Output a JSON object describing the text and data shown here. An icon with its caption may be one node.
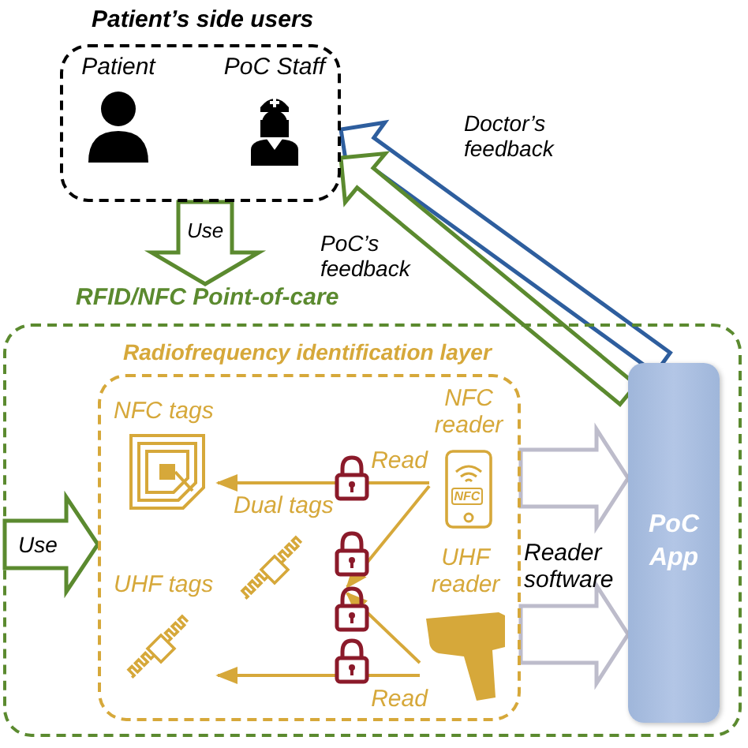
{
  "diagram": {
    "nodes": [
      {
        "text": [
          "Patient’s side users"
        ]
      },
      {
        "text": [
          "Patient"
        ],
        "in": 0
      },
      {
        "text": [
          "PoC Staff"
        ],
        "in": 0
      },
      {
        "text": [
          "RFID/NFC Point-of-care"
        ]
      },
      {
        "text": [
          "Radiofrequency identification layer"
        ],
        "in": 3
      },
      {
        "text": [
          "NFC tags"
        ],
        "in": 4
      },
      {
        "text": [
          "Dual tags"
        ],
        "in": 4
      },
      {
        "text": [
          "UHF tags"
        ],
        "in": 4
      },
      {
        "text": [
          "NFC reader"
        ],
        "in": 4
      },
      {
        "text": [
          "UHF reader"
        ],
        "in": 4
      },
      {
        "text": [
          "PoC App"
        ],
        "in": 3
      }
    ],
    "edges": [
      {
        "from": 0,
        "to": 3,
        "arrow": "to",
        "label": "Use",
        "style": "thick",
        "color": "#5b8a2f"
      },
      {
        "from": null,
        "to": 4,
        "arrow": "to",
        "label": "Use",
        "style": "thick",
        "color": "#5b8a2f"
      },
      {
        "from": 8,
        "to": 5,
        "arrow": "to",
        "label": "Read"
      },
      {
        "from": 8,
        "to": 6,
        "arrow": "to"
      },
      {
        "from": 9,
        "to": 6,
        "arrow": "to"
      },
      {
        "from": 9,
        "to": 7,
        "arrow": "to",
        "label": "Read"
      },
      {
        "from": 4,
        "to": 10,
        "arrow": "to",
        "style": "thick",
        "color": "#bdbccb"
      },
      {
        "from": 4,
        "to": 10,
        "arrow": "to",
        "style": "thick",
        "color": "#bdbccb"
      },
      {
        "from": 10,
        "to": 0,
        "arrow": "to",
        "label": "Doctor’s feedback",
        "style": "thick",
        "color": "#2e5e9e"
      },
      {
        "from": 10,
        "to": 0,
        "arrow": "to",
        "label": "PoC’s feedback",
        "style": "thick",
        "color": "#5b8a2f"
      }
    ],
    "labels": [
      "NFC",
      "Reader software"
    ]
  }
}
